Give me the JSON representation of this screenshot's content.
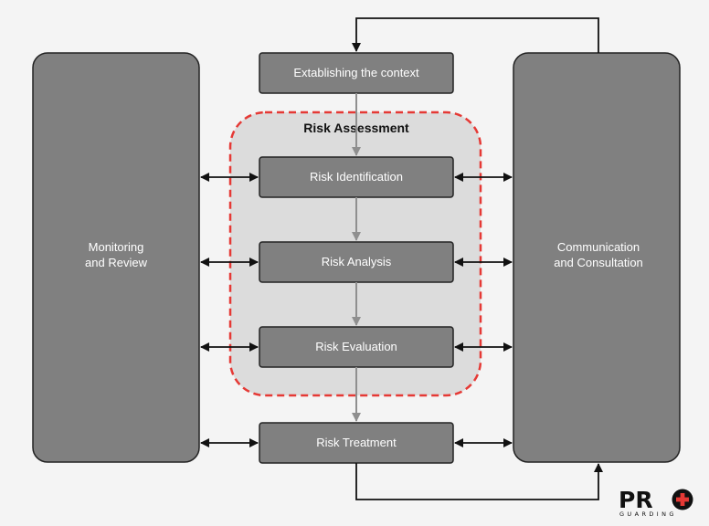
{
  "diagram": {
    "group": {
      "title": "Risk Assessment",
      "border_color": "#e53935",
      "fill_color": "#dcdcdc"
    },
    "nodes": {
      "context": "Extablishing the context",
      "identification": "Risk Identification",
      "analysis": "Risk Analysis",
      "evaluation": "Risk Evaluation",
      "treatment": "Risk Treatment",
      "monitoring_line1": "Monitoring",
      "monitoring_line2": "and Review",
      "communication_line1": "Communication",
      "communication_line2": "and Consultation"
    },
    "colors": {
      "box_fill": "#808080",
      "box_stroke": "#222222",
      "arrow_dark": "#111111",
      "arrow_light": "#8f8f8f",
      "background": "#f4f4f4"
    }
  },
  "logo": {
    "main_text": "PR",
    "trailing_text": "O",
    "sub_text": "GUARDING",
    "accent_color": "#e53935",
    "icon": "cross-icon"
  }
}
